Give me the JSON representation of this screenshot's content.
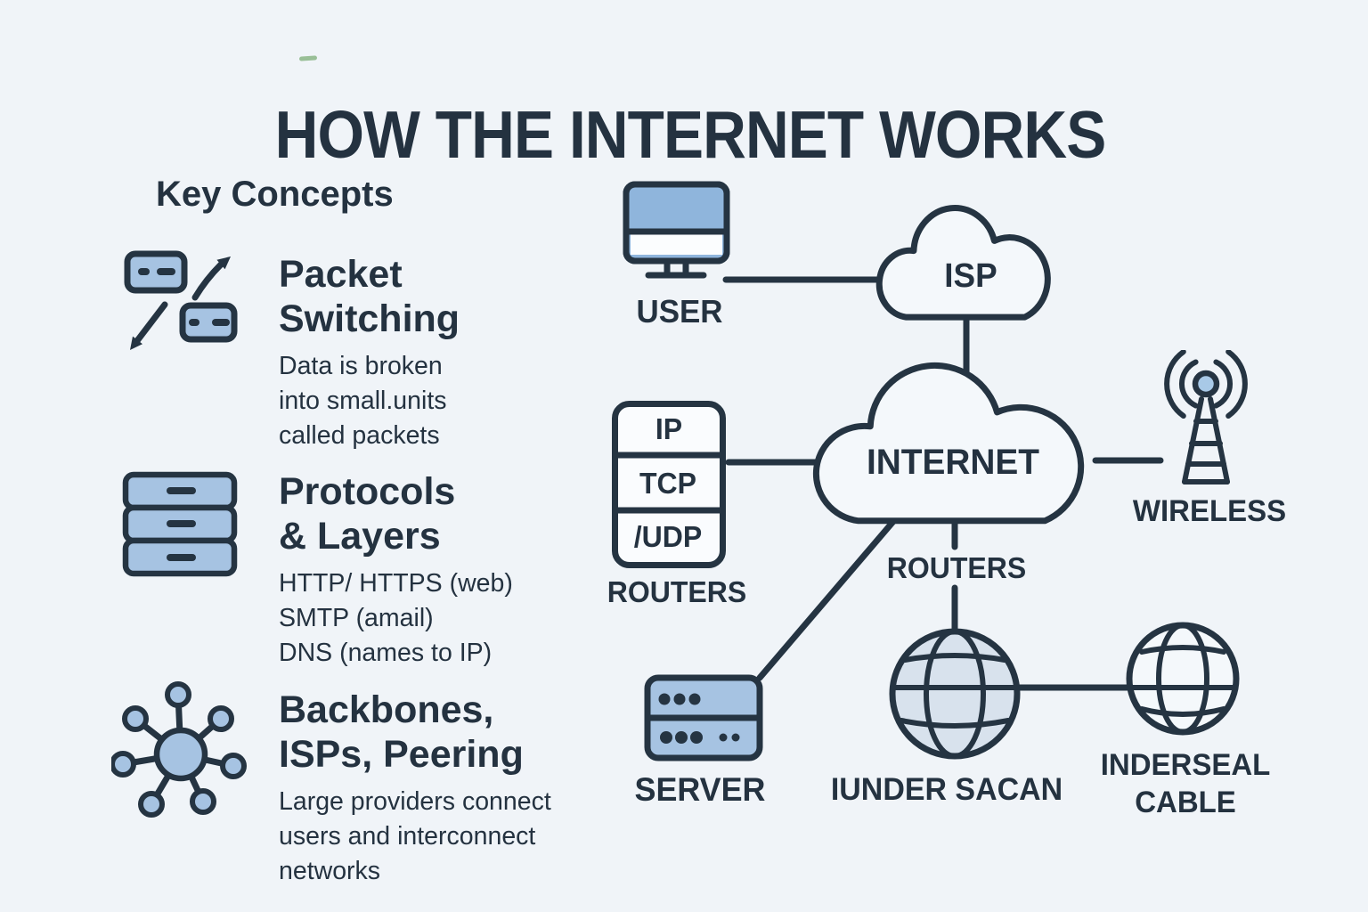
{
  "title": "HOW THE INTERNET WORKS",
  "colors": {
    "background": "#f0f4f8",
    "ink": "#253442",
    "accent_blue": "#a6c3e2",
    "screen_blue": "#8fb5dc",
    "globe_blue": "#d8e2ed",
    "artifact_green": "#6aa363"
  },
  "key_concepts": {
    "heading": "Key Concepts",
    "items": [
      {
        "icon": "packet-switching-icon",
        "title": "Packet\nSwitching",
        "description": "Data is broken\ninto small.units\ncalled packets"
      },
      {
        "icon": "server-stack-icon",
        "title": "Protocols\n& Layers",
        "description": "HTTP/ HTTPS (web)\nSMTP (amail)\nDNS (names to IP)"
      },
      {
        "icon": "network-hub-icon",
        "title": "Backbones,\nISPs, Peering",
        "description": "Large providers connect\nusers and interconnect\nnetworks"
      }
    ]
  },
  "diagram": {
    "nodes": {
      "user": "USER",
      "isp": "ISP",
      "internet": "INTERNET",
      "protocol_stack": {
        "rows": [
          "IP",
          "TCP",
          "/UDP"
        ],
        "label": "ROUTERS"
      },
      "routers_mid": "ROUTERS",
      "wireless": "WIRELESS",
      "server": "SERVER",
      "undersea_globe": "IUNDER SACAN",
      "undersea_cable": "INDERSEAL\nCABLE"
    },
    "icons": [
      "monitor-icon",
      "isp-cloud-icon",
      "internet-cloud-icon",
      "protocol-stack-box",
      "antenna-icon",
      "server-rack-icon",
      "undersea-globe-icon",
      "undersea-cable-globe-icon"
    ]
  }
}
